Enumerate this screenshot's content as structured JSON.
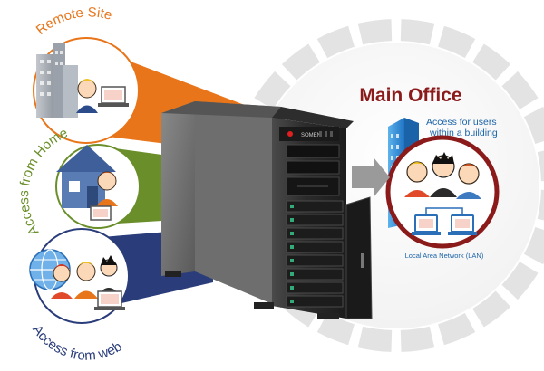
{
  "main_office": {
    "title": "Main Office",
    "access_line1": "Access for users",
    "access_line2": "within a building",
    "lan_label": "Local Area Network (LAN)"
  },
  "remote_sites": [
    {
      "label": "Remote Site",
      "color": "#e8751a"
    },
    {
      "label": "Access from Home",
      "color": "#6a8f2a"
    },
    {
      "label": "Access from web",
      "color": "#2a3d7a"
    }
  ],
  "server": {
    "brand": "SOMEN"
  },
  "colors": {
    "orange": "#e8751a",
    "green": "#6a8f2a",
    "navy": "#2a3d7a",
    "main_office_red": "#8b1a1a",
    "gear_gray": "#e3e3e3",
    "building_blue": "#2a8fd8"
  }
}
